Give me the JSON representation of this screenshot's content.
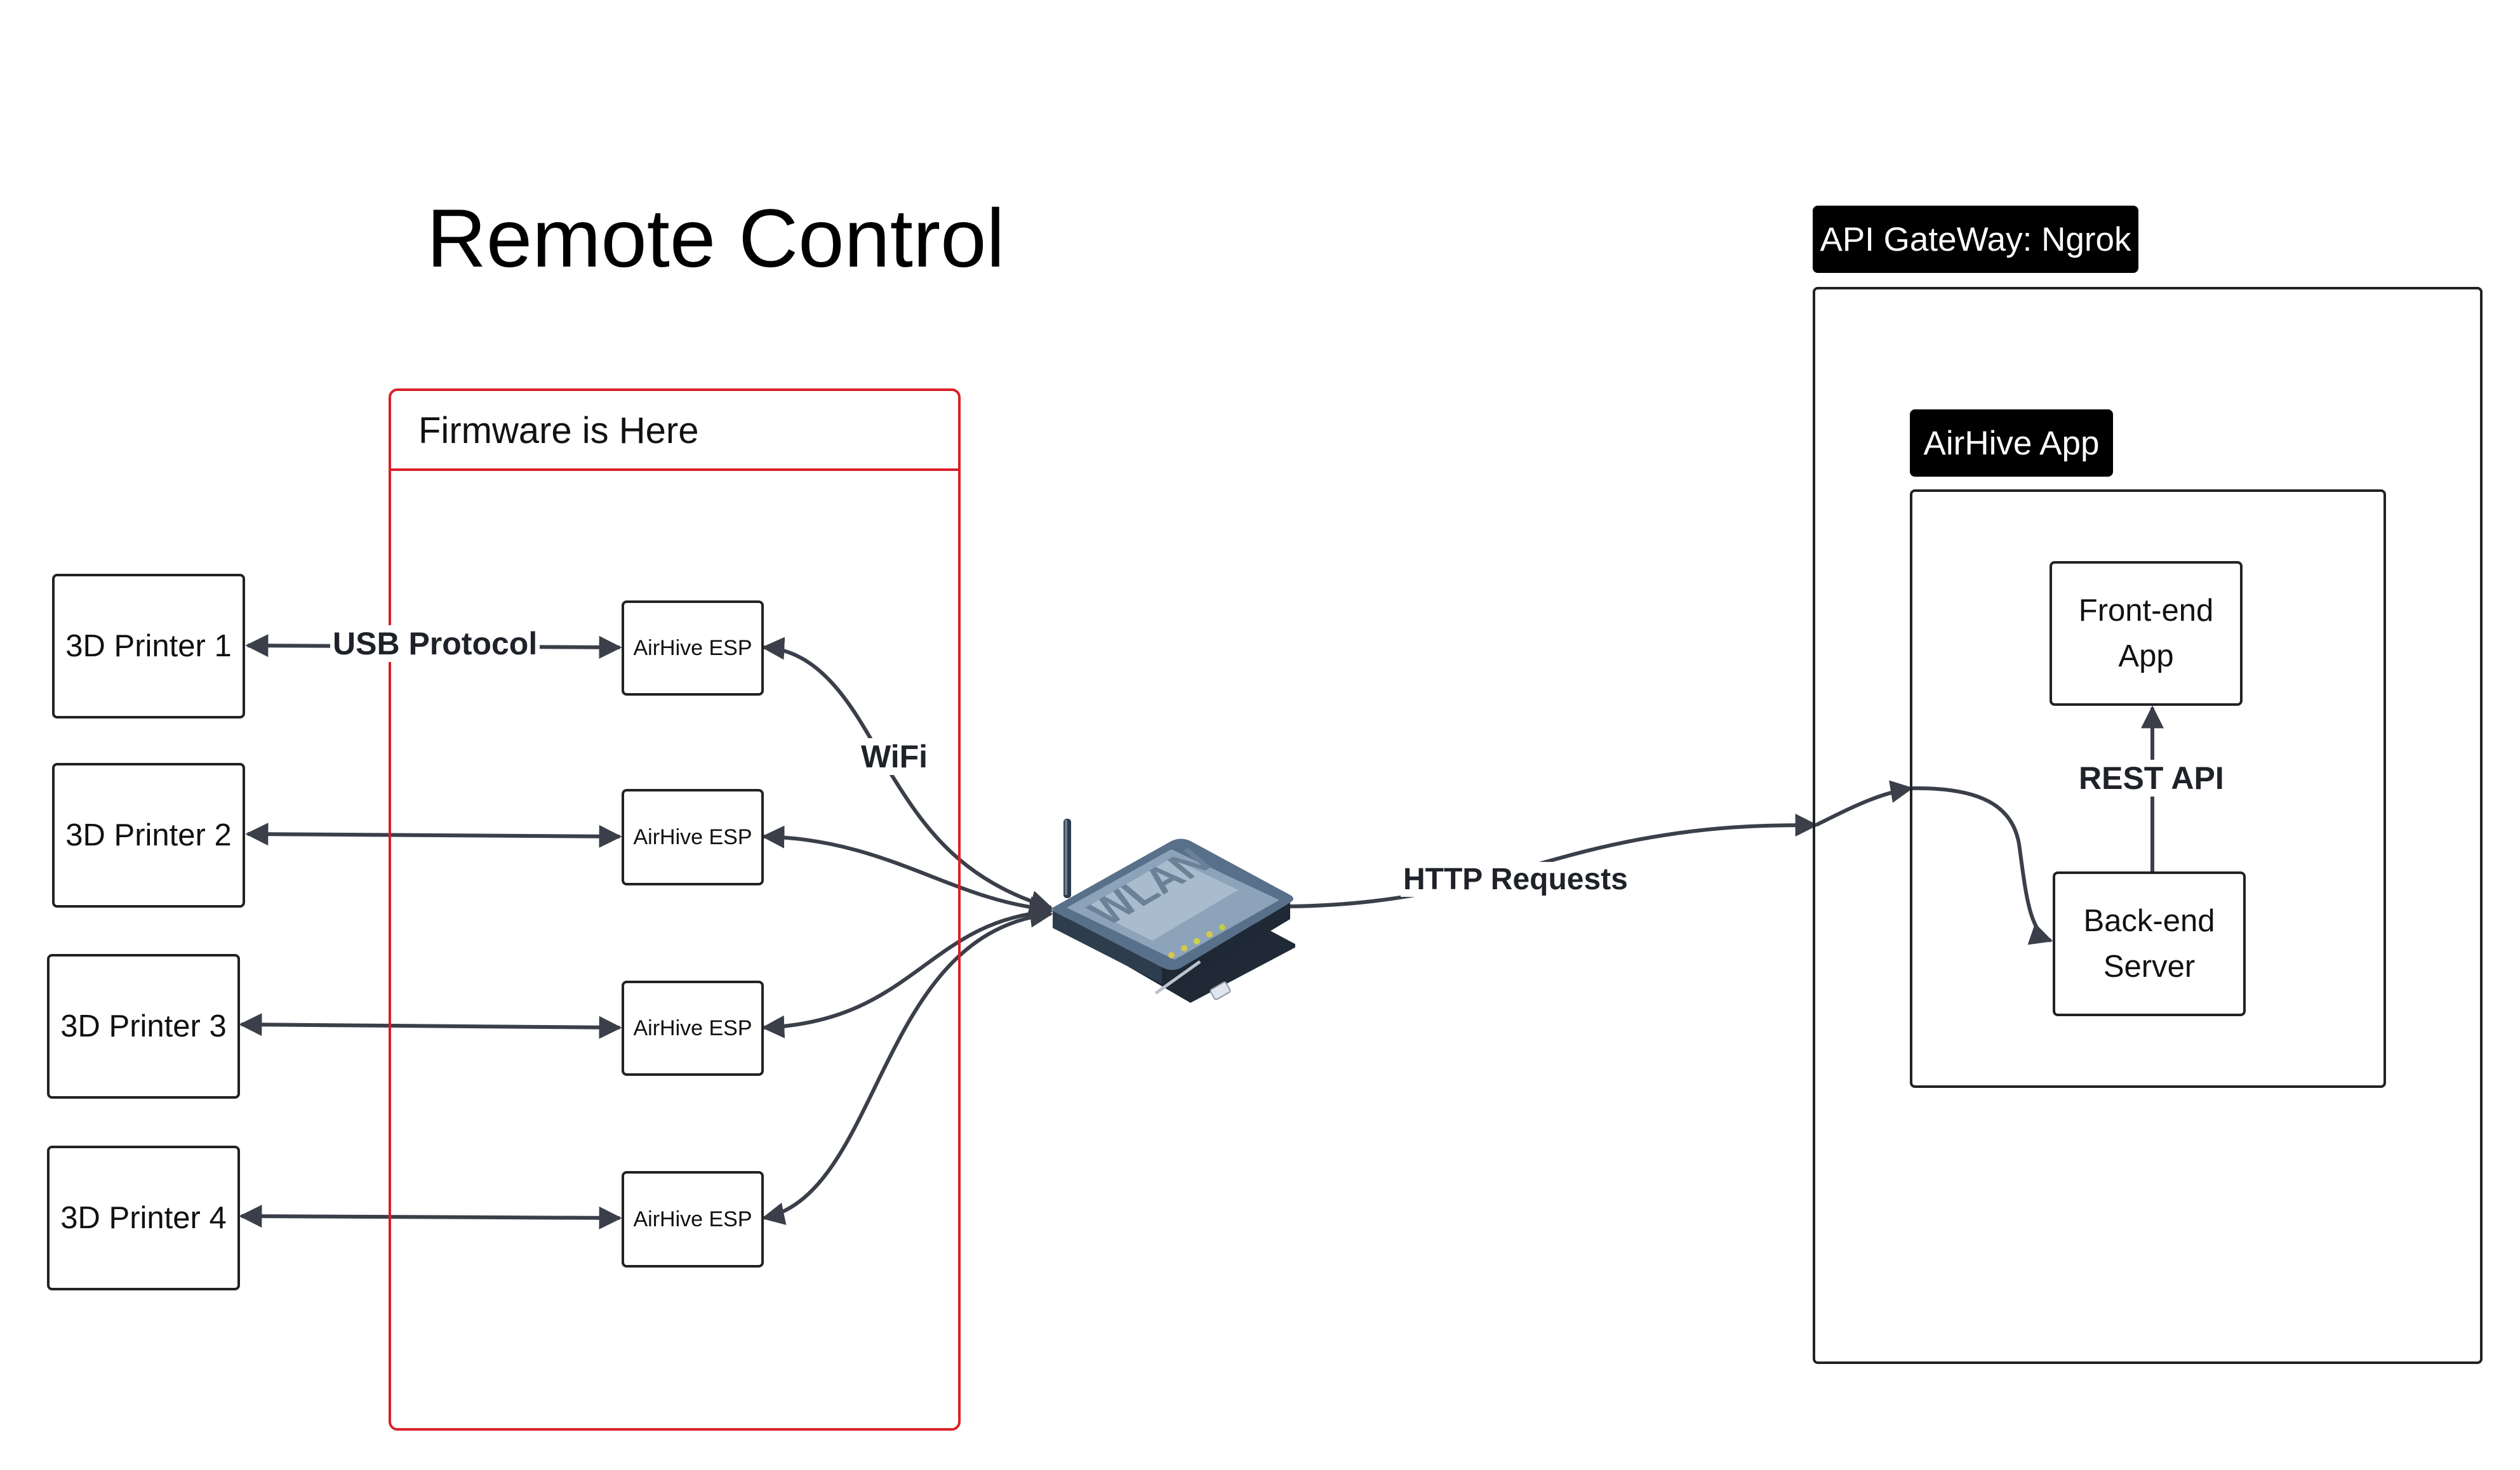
{
  "diagram": {
    "title": "Remote Control",
    "firmware_zone": {
      "title": "Firmware is Here"
    },
    "printers": [
      {
        "label": "3D Printer 1"
      },
      {
        "label": "3D Printer 2"
      },
      {
        "label": "3D Printer 3"
      },
      {
        "label": "3D Printer 4"
      }
    ],
    "esp_modules": [
      {
        "label": "AirHive ESP"
      },
      {
        "label": "AirHive ESP"
      },
      {
        "label": "AirHive ESP"
      },
      {
        "label": "AirHive ESP"
      }
    ],
    "router": {
      "icon": "wlan-router-icon",
      "text": "WLAN"
    },
    "gateway": {
      "tag": "API GateWay: Ngrok"
    },
    "app": {
      "tag": "AirHive App",
      "frontend": {
        "line1": "Front-end",
        "line2": "App"
      },
      "backend": {
        "line1": "Back-end",
        "line2": "Server"
      }
    },
    "connection_labels": {
      "usb": "USB Protocol",
      "wifi": "WiFi",
      "http": "HTTP Requests",
      "rest": "REST API"
    },
    "colors": {
      "line": "#3a3f4a",
      "node_border": "#222222",
      "firmware_border": "#d92027",
      "tag_bg": "#000000",
      "tag_text": "#ffffff"
    }
  }
}
